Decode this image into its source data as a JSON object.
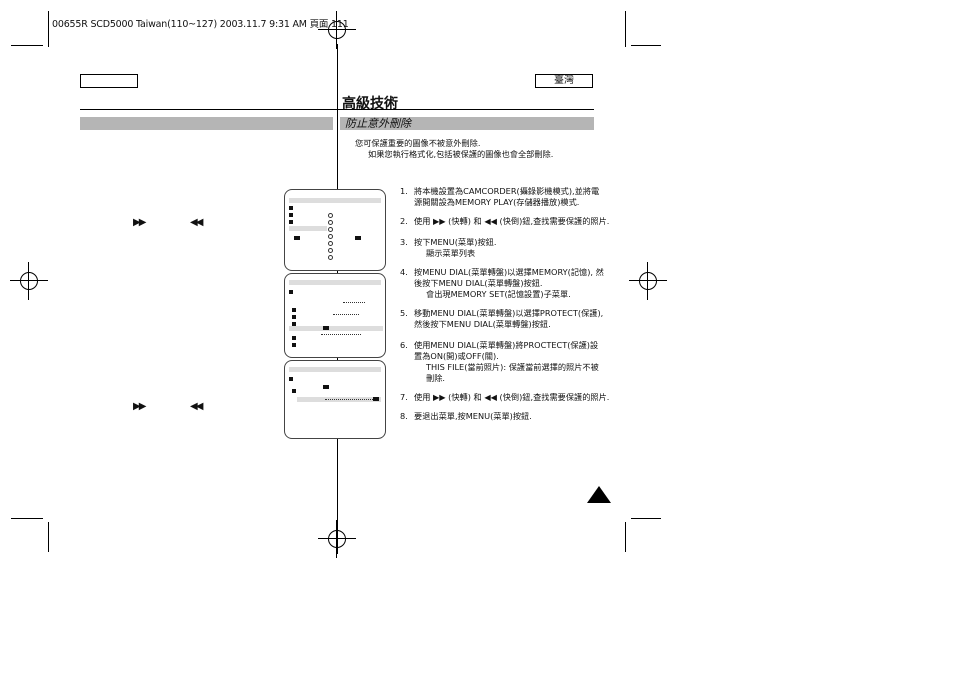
{
  "print_header": "00655R SCD5000 Taiwan(110~127)  2003.11.7  9:31 AM  頁面 111",
  "language_tab": "臺灣",
  "page_title": "高級技術",
  "section_title": "防止意外刪除",
  "intro": [
    "您可保護重要的圖像不被意外刪除.",
    "如果您執行格式化,包括被保護的圖像也會全部刪除."
  ],
  "steps": [
    {
      "num": "1.",
      "lines": [
        "將本機設置為CAMCORDER(攝錄影機模式),並將電",
        "源開關設為MEMORY PLAY(存儲器播放)模式."
      ]
    },
    {
      "num": "2.",
      "lines": [
        "使用 ▶▶ (快轉) 和 ◀◀ (快倒)鈕,查找需要保護的照片."
      ]
    },
    {
      "num": "3.",
      "lines": [
        "按下MENU(菜單)按鈕."
      ],
      "sub": [
        "顯示菜單列表"
      ]
    },
    {
      "num": "4.",
      "lines": [
        "按MENU DIAL(菜單轉盤)以選擇MEMORY(記憶), 然",
        "後按下MENU DIAL(菜單轉盤)按鈕."
      ],
      "sub": [
        "會出現MEMORY SET(記憶設置)子菜單."
      ]
    },
    {
      "num": "5.",
      "lines": [
        "移動MENU DIAL(菜單轉盤)以選擇PROTECT(保護),",
        "然後按下MENU DIAL(菜單轉盤)按鈕."
      ]
    },
    {
      "num": "6.",
      "lines": [
        "使用MENU DIAL(菜單轉盤)將PROCTECT(保護)設",
        "置為ON(開)或OFF(關)."
      ],
      "sub": [
        "THIS FILE(當前照片): 保護當前選擇的照片不被",
        "刪除."
      ]
    },
    {
      "num": "7.",
      "lines": [
        "使用 ▶▶ (快轉) 和 ◀◀ (快倒)鈕,查找需要保護的照片."
      ]
    },
    {
      "num": "8.",
      "lines": [
        "要退出菜單,按MENU(菜單)按鈕."
      ]
    }
  ],
  "left_icons": {
    "ff": "▶▶",
    "rew": "◀◀"
  },
  "icons": [
    "registration-mark",
    "fast-forward-icon",
    "rewind-icon",
    "triangle-page-marker"
  ]
}
